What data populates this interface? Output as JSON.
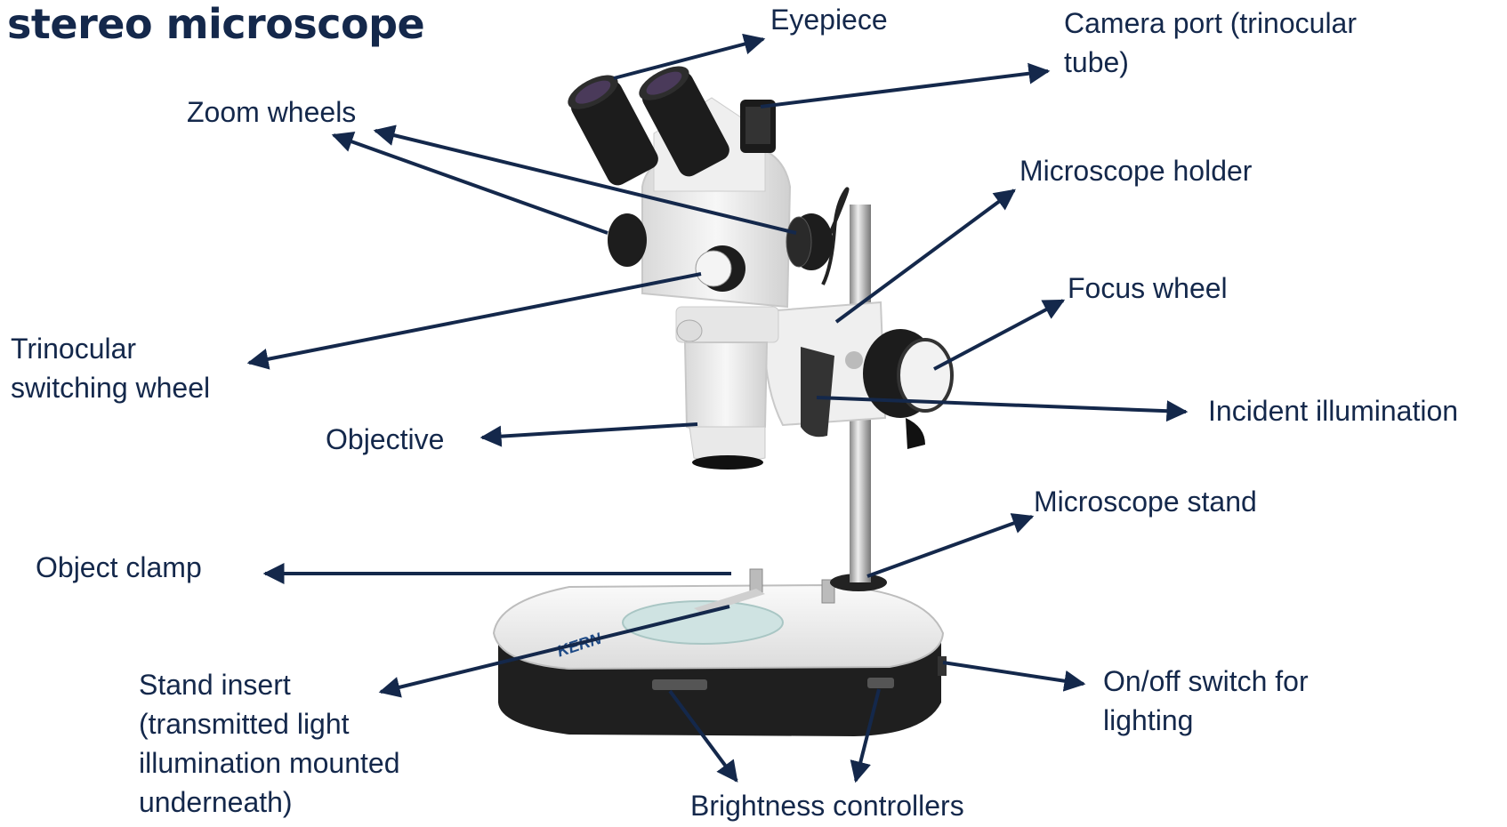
{
  "title": "stereo microscope",
  "colors": {
    "label_text": "#14284b",
    "arrow": "#14284b",
    "microscope_body": "#eeeeee",
    "base_dark": "#222222",
    "stage_glass": "#cfe3e2"
  },
  "labels": {
    "eyepiece": "Eyepiece",
    "camera_port_line1": "Camera port (trinocular",
    "camera_port_line2": "tube)",
    "zoom_wheels": "Zoom wheels",
    "microscope_holder": "Microscope holder",
    "focus_wheel": "Focus wheel",
    "trinocular_line1": "Trinocular",
    "trinocular_line2": "switching wheel",
    "incident_illumination": "Incident illumination",
    "objective": "Objective",
    "microscope_stand": "Microscope stand",
    "object_clamp": "Object clamp",
    "stand_insert_line1": "Stand insert",
    "stand_insert_line2": "(transmitted light",
    "stand_insert_line3": "illumination mounted",
    "stand_insert_line4": "underneath)",
    "on_off_line1": "On/off switch for",
    "on_off_line2": "lighting",
    "brightness_controllers": "Brightness controllers"
  },
  "brand_mark": "KERN"
}
